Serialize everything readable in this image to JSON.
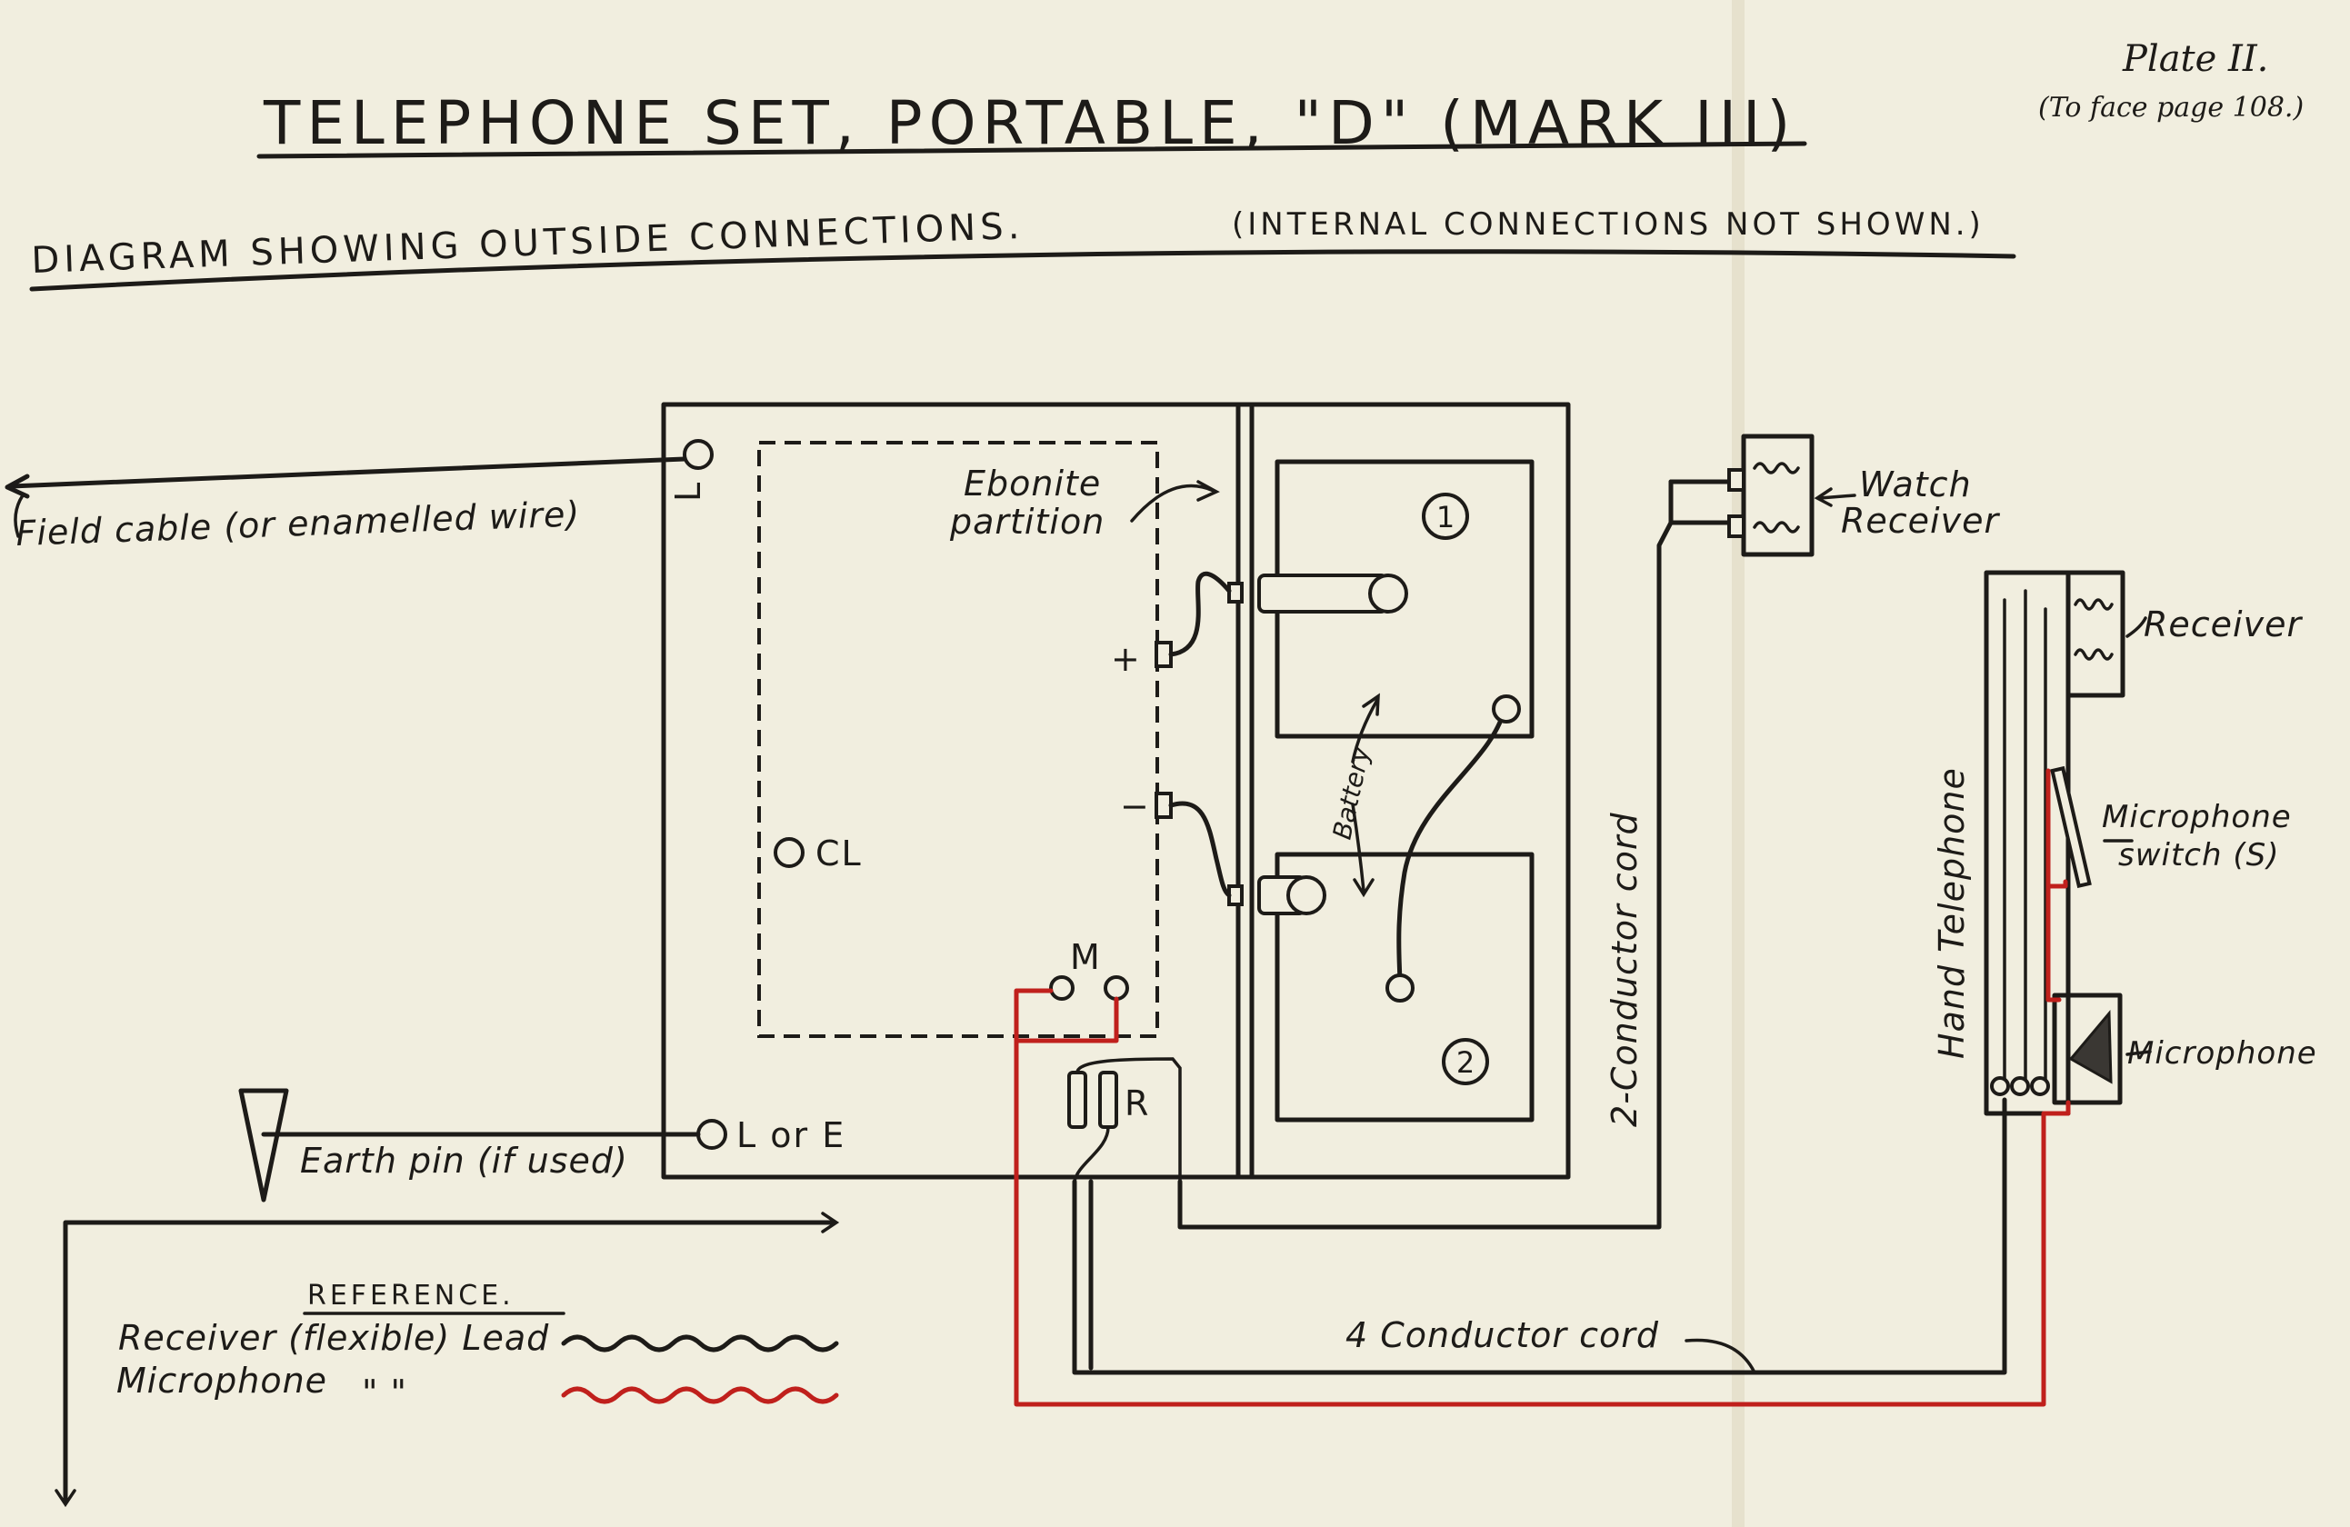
{
  "title": "TELEPHONE SET, PORTABLE, \"D\" (MARK III)",
  "subtitle": "DIAGRAM SHOWING OUTSIDE CONNECTIONS.",
  "subtitle_note": "(INTERNAL CONNECTIONS NOT SHOWN.)",
  "plate": {
    "label": "Plate II.",
    "note": "(To face page 108.)"
  },
  "labels": {
    "field_cable": "Field cable (or enamelled wire)",
    "ebonite_line1": "Ebonite",
    "ebonite_line2": "partition",
    "battery": "Battery",
    "watch_receiver_line1": "Watch",
    "watch_receiver_line2": "Receiver",
    "receiver": "Receiver",
    "microphone_switch_line1": "Microphone",
    "microphone_switch_line2": "switch (S)",
    "microphone": "Microphone",
    "hand_telephone": "Hand Telephone",
    "two_conductor_cord": "2-Conductor cord",
    "four_conductor_cord": "4 Conductor cord",
    "earth_pin": "Earth pin (if used)"
  },
  "terminals": {
    "line": "L",
    "cl": "CL",
    "line_or_earth": "L or E",
    "microphone": "M",
    "receiver": "R",
    "plus": "+",
    "minus": "−"
  },
  "cells": {
    "cell_1": "1",
    "cell_2": "2"
  },
  "reference": {
    "heading": "REFERENCE.",
    "row_1": "Receiver (flexible) Lead",
    "row_2_label": "Microphone",
    "row_2_ditto": "\"        \""
  },
  "colors": {
    "paper": "#f1eedf",
    "ink": "#1d1b18",
    "microphone_lead": "#c0201c"
  }
}
